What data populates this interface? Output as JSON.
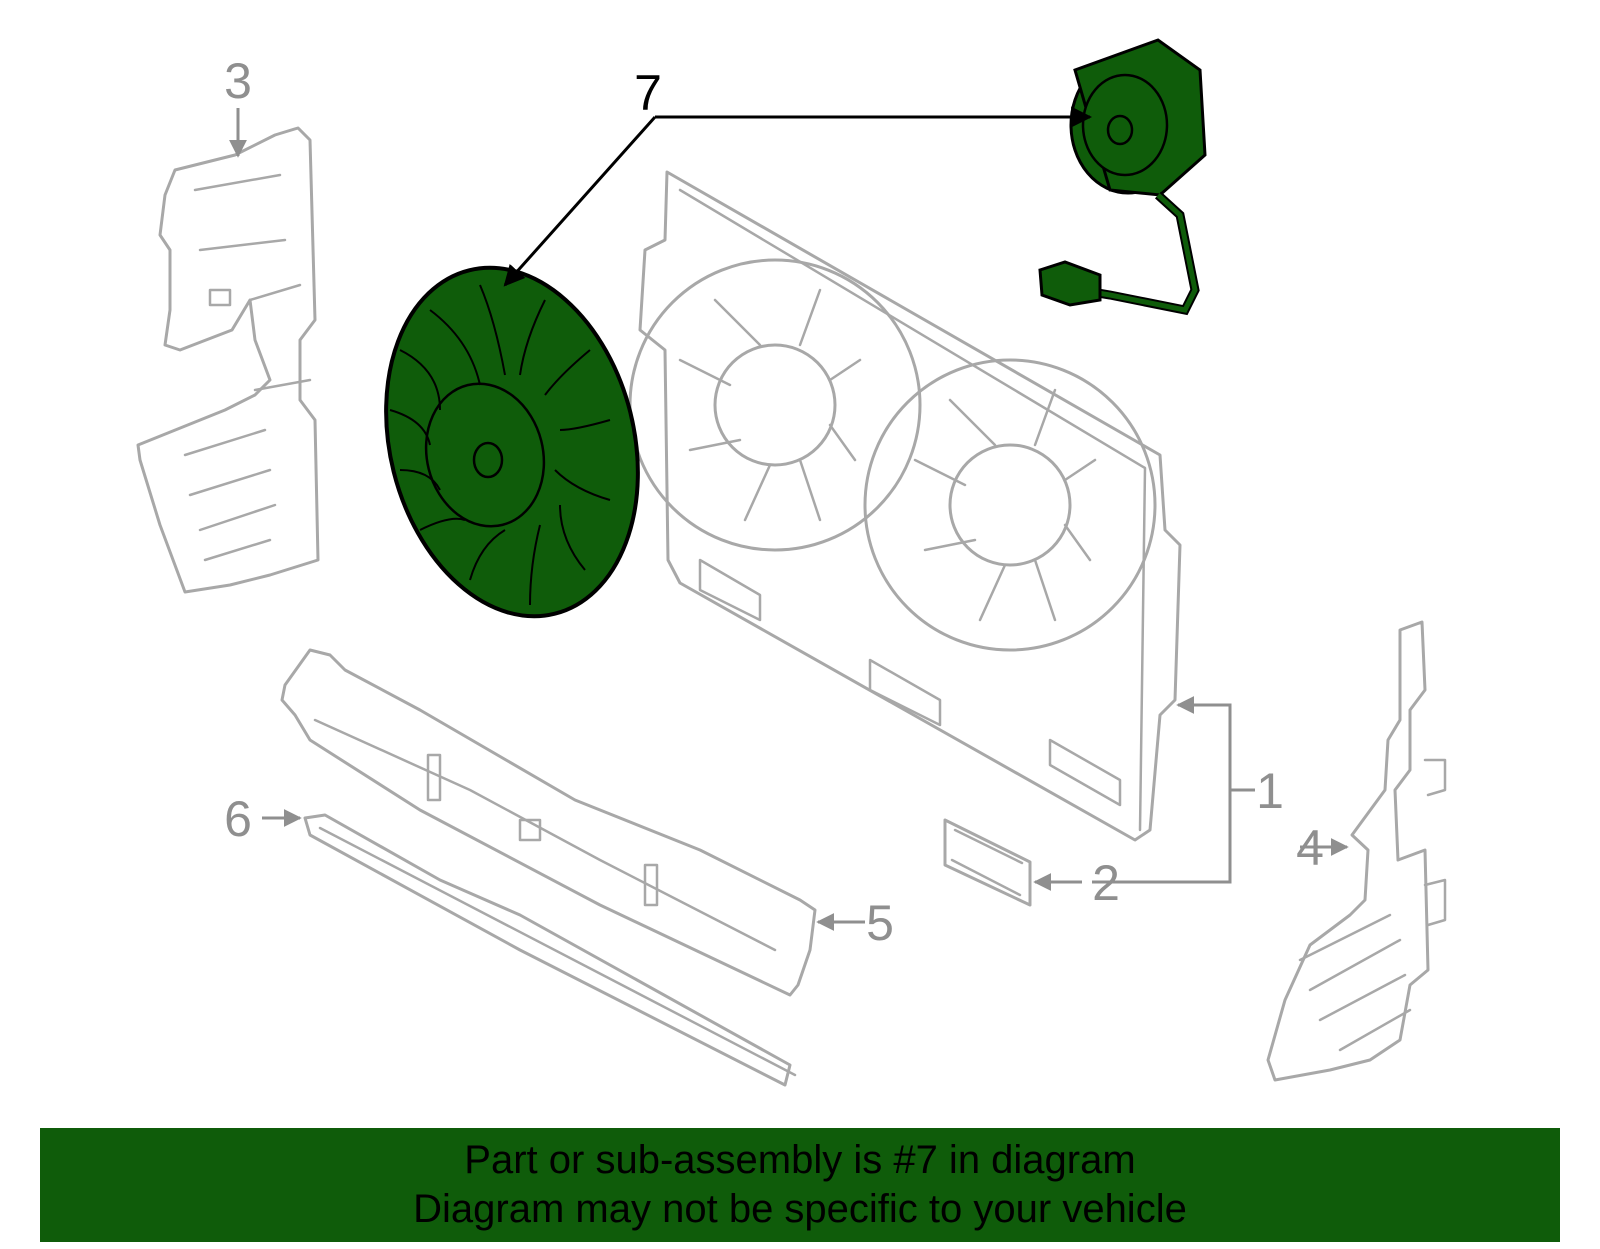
{
  "colors": {
    "highlight": "#0f5c0a",
    "callout_gray": "#8f8f8f",
    "part_outline_gray": "#a8a8a8",
    "banner_bg": "#0f5c0a",
    "banner_text": "#000000"
  },
  "callouts": [
    {
      "label": "1",
      "part": "fan-shroud-assembly"
    },
    {
      "label": "2",
      "part": "bracket-plate"
    },
    {
      "label": "3",
      "part": "left-air-deflector"
    },
    {
      "label": "4",
      "part": "right-air-deflector"
    },
    {
      "label": "5",
      "part": "lower-support"
    },
    {
      "label": "6",
      "part": "lower-seal-strip"
    },
    {
      "label": "7",
      "part": "fan-blade-and-motor",
      "highlighted": true
    }
  ],
  "banner": {
    "line1": "Part or sub-assembly is #7 in diagram",
    "line2": "Diagram may not be specific to your vehicle"
  }
}
